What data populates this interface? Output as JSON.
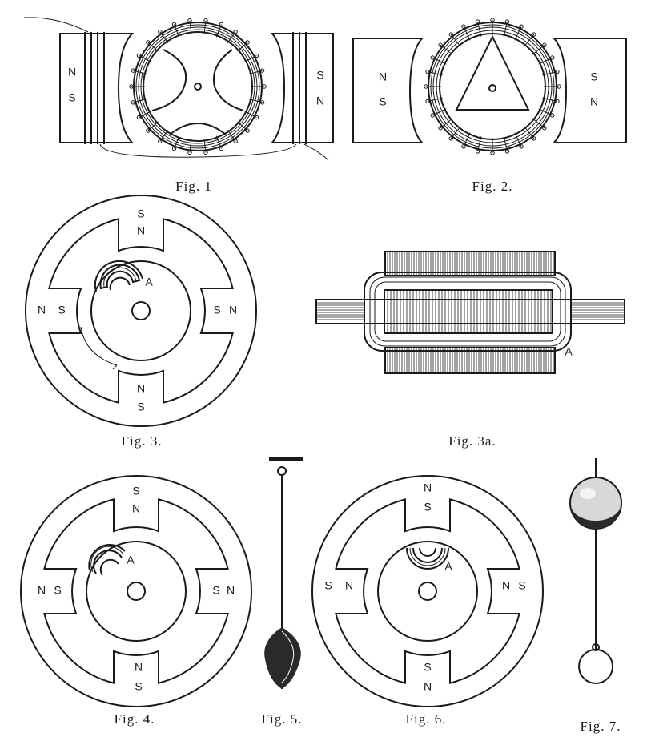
{
  "figures": {
    "fig1": {
      "caption": "Fig. 1",
      "poles": {
        "left_a": "N",
        "left_b": "S",
        "right_a": "S",
        "right_b": "N"
      }
    },
    "fig2": {
      "caption": "Fig. 2.",
      "poles": {
        "left_a": "N",
        "left_b": "S",
        "right_a": "S",
        "right_b": "N"
      }
    },
    "fig3": {
      "caption": "Fig. 3.",
      "poles": {
        "top_outer": "S",
        "top_inner": "N",
        "left_outer": "N",
        "left_inner": "S",
        "right_inner": "S",
        "right_outer": "N",
        "bottom_inner": "N",
        "bottom_outer": "S"
      },
      "coil_label": "A"
    },
    "fig3a": {
      "caption": "Fig. 3a.",
      "label": "A"
    },
    "fig4": {
      "caption": "Fig. 4.",
      "poles": {
        "top_outer": "S",
        "top_inner": "N",
        "left_outer": "N",
        "left_inner": "S",
        "right_inner": "S",
        "right_outer": "N",
        "bottom_inner": "N",
        "bottom_outer": "S"
      },
      "coil_label": "A"
    },
    "fig5": {
      "caption": "Fig. 5."
    },
    "fig6": {
      "caption": "Fig. 6.",
      "poles": {
        "top_outer": "N",
        "top_inner": "S",
        "left_outer": "S",
        "left_inner": "N",
        "right_inner": "N",
        "right_outer": "S",
        "bottom_inner": "S",
        "bottom_outer": "N"
      },
      "coil_label": "A"
    },
    "fig7": {
      "caption": "Fig. 7."
    }
  }
}
